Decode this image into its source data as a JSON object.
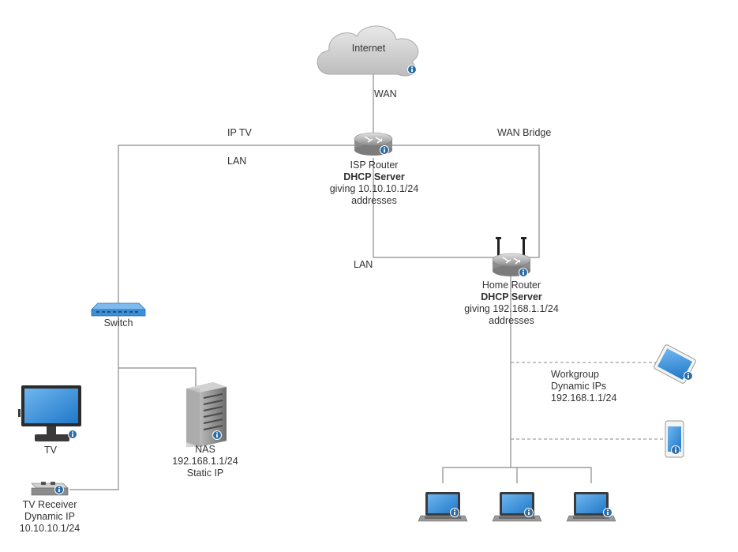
{
  "nodes": {
    "internet": {
      "label": "Internet"
    },
    "isp_router": {
      "lines": [
        "ISP Router",
        "DHCP Server",
        "giving 10.10.10.1/24",
        "addresses"
      ]
    },
    "home_router": {
      "lines": [
        "Home Router",
        "DHCP Server",
        "giving 192.168.1.1/24",
        "addresses"
      ]
    },
    "switch": {
      "label": "Switch"
    },
    "nas": {
      "lines": [
        "NAS",
        "192.168.1.1/24",
        "Static IP"
      ]
    },
    "tv": {
      "label": "TV"
    },
    "tv_receiver": {
      "lines": [
        "TV Receiver",
        "Dynamic IP",
        "10.10.10.1/24"
      ]
    },
    "workgroup": {
      "lines": [
        "Workgroup",
        "Dynamic IPs",
        "192.168.1.1/24"
      ]
    }
  },
  "edge_labels": {
    "wan": "WAN",
    "ip_tv": "IP TV",
    "lan_left": "LAN",
    "wan_bridge": "WAN Bridge",
    "lan_center": "LAN"
  },
  "icons": [
    "cloud-icon",
    "router-icon",
    "wireless-router-icon",
    "network-switch-icon",
    "server-tower-icon",
    "monitor-icon",
    "set-top-box-icon",
    "tablet-icon",
    "smartphone-icon",
    "laptop-icon",
    "info-badge-icon"
  ],
  "colors": {
    "line": "#8a8a8a",
    "cloud": "#d6d6d6",
    "switch": "#3d8fd6",
    "screen": "#2f8fdc",
    "info_badge": "#2e6da4"
  }
}
